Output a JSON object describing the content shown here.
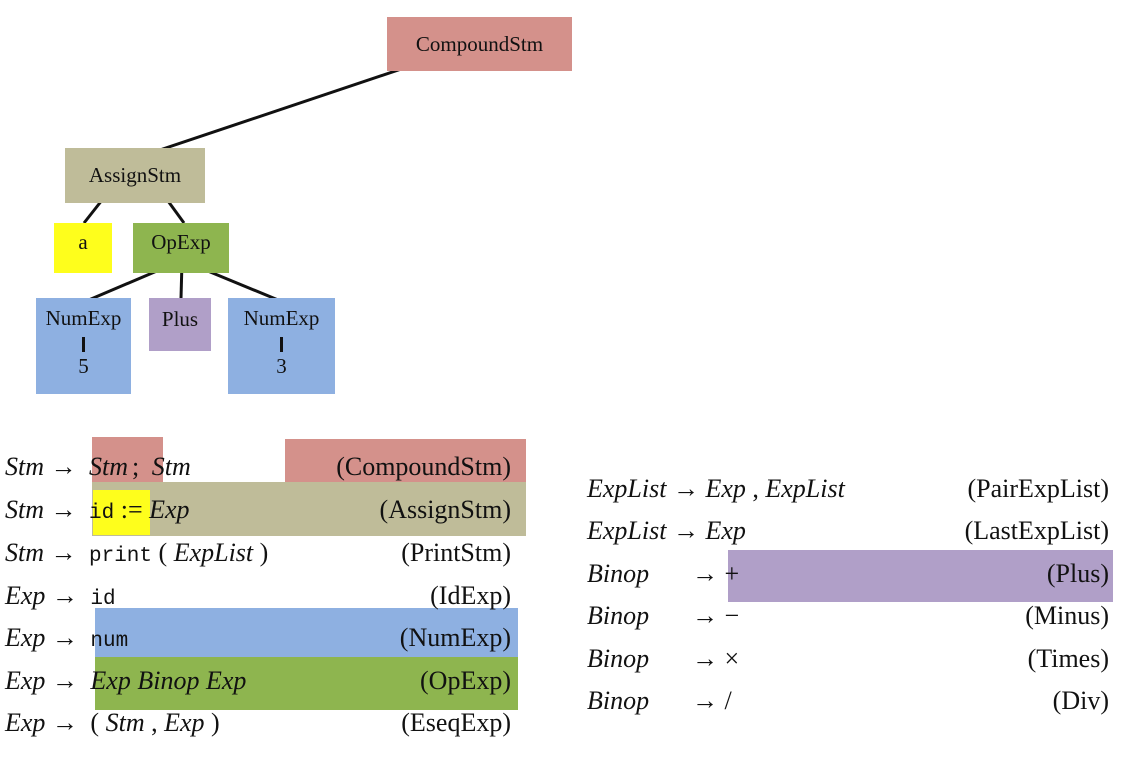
{
  "colors": {
    "compound": "#d4918b",
    "assign": "#bfbc99",
    "ident": "#fefe1c",
    "opexp": "#8eb54f",
    "numexp": "#8eb0e1",
    "plus": "#b09fc8"
  },
  "tree": {
    "root": "CompoundStm",
    "assign": "AssignStm",
    "ident": "a",
    "opexp": "OpExp",
    "num_left": "NumExp",
    "num_left_value": "5",
    "plus": "Plus",
    "num_right": "NumExp",
    "num_right_value": "3"
  },
  "grammar_left": [
    {
      "lhs": "Stm",
      "arrow": "→",
      "rhs": [
        "Stm",
        ";",
        "Stm"
      ],
      "cons": "(CompoundStm)"
    },
    {
      "lhs": "Stm",
      "arrow": "→",
      "rhs": [
        "id",
        ":=",
        "Exp"
      ],
      "cons": "(AssignStm)"
    },
    {
      "lhs": "Stm",
      "arrow": "→",
      "rhs": [
        "print",
        "(",
        "ExpList",
        ")"
      ],
      "cons": "(PrintStm)"
    },
    {
      "lhs": "Exp",
      "arrow": "→",
      "rhs": [
        "id"
      ],
      "cons": "(IdExp)"
    },
    {
      "lhs": "Exp",
      "arrow": "→",
      "rhs": [
        "num"
      ],
      "cons": "(NumExp)"
    },
    {
      "lhs": "Exp",
      "arrow": "→",
      "rhs": [
        "Exp Binop Exp"
      ],
      "cons": "(OpExp)"
    },
    {
      "lhs": "Exp",
      "arrow": "→",
      "rhs": [
        "(",
        "Stm",
        ",",
        "Exp",
        ")"
      ],
      "cons": "(EseqExp)"
    }
  ],
  "grammar_right": [
    {
      "lhs": "ExpList",
      "arrow": "→",
      "rhs": [
        "Exp",
        ",",
        "ExpList"
      ],
      "cons": "(PairExpList)"
    },
    {
      "lhs": "ExpList",
      "arrow": "→",
      "rhs": [
        "Exp"
      ],
      "cons": "(LastExpList)"
    },
    {
      "lhs": "Binop",
      "arrow": "→",
      "rhs": [
        "+"
      ],
      "cons": "(Plus)"
    },
    {
      "lhs": "Binop",
      "arrow": "→",
      "rhs": [
        "−"
      ],
      "cons": "(Minus)"
    },
    {
      "lhs": "Binop",
      "arrow": "→",
      "rhs": [
        "×"
      ],
      "cons": "(Times)"
    },
    {
      "lhs": "Binop",
      "arrow": "→",
      "rhs": [
        "/"
      ],
      "cons": "(Div)"
    }
  ]
}
